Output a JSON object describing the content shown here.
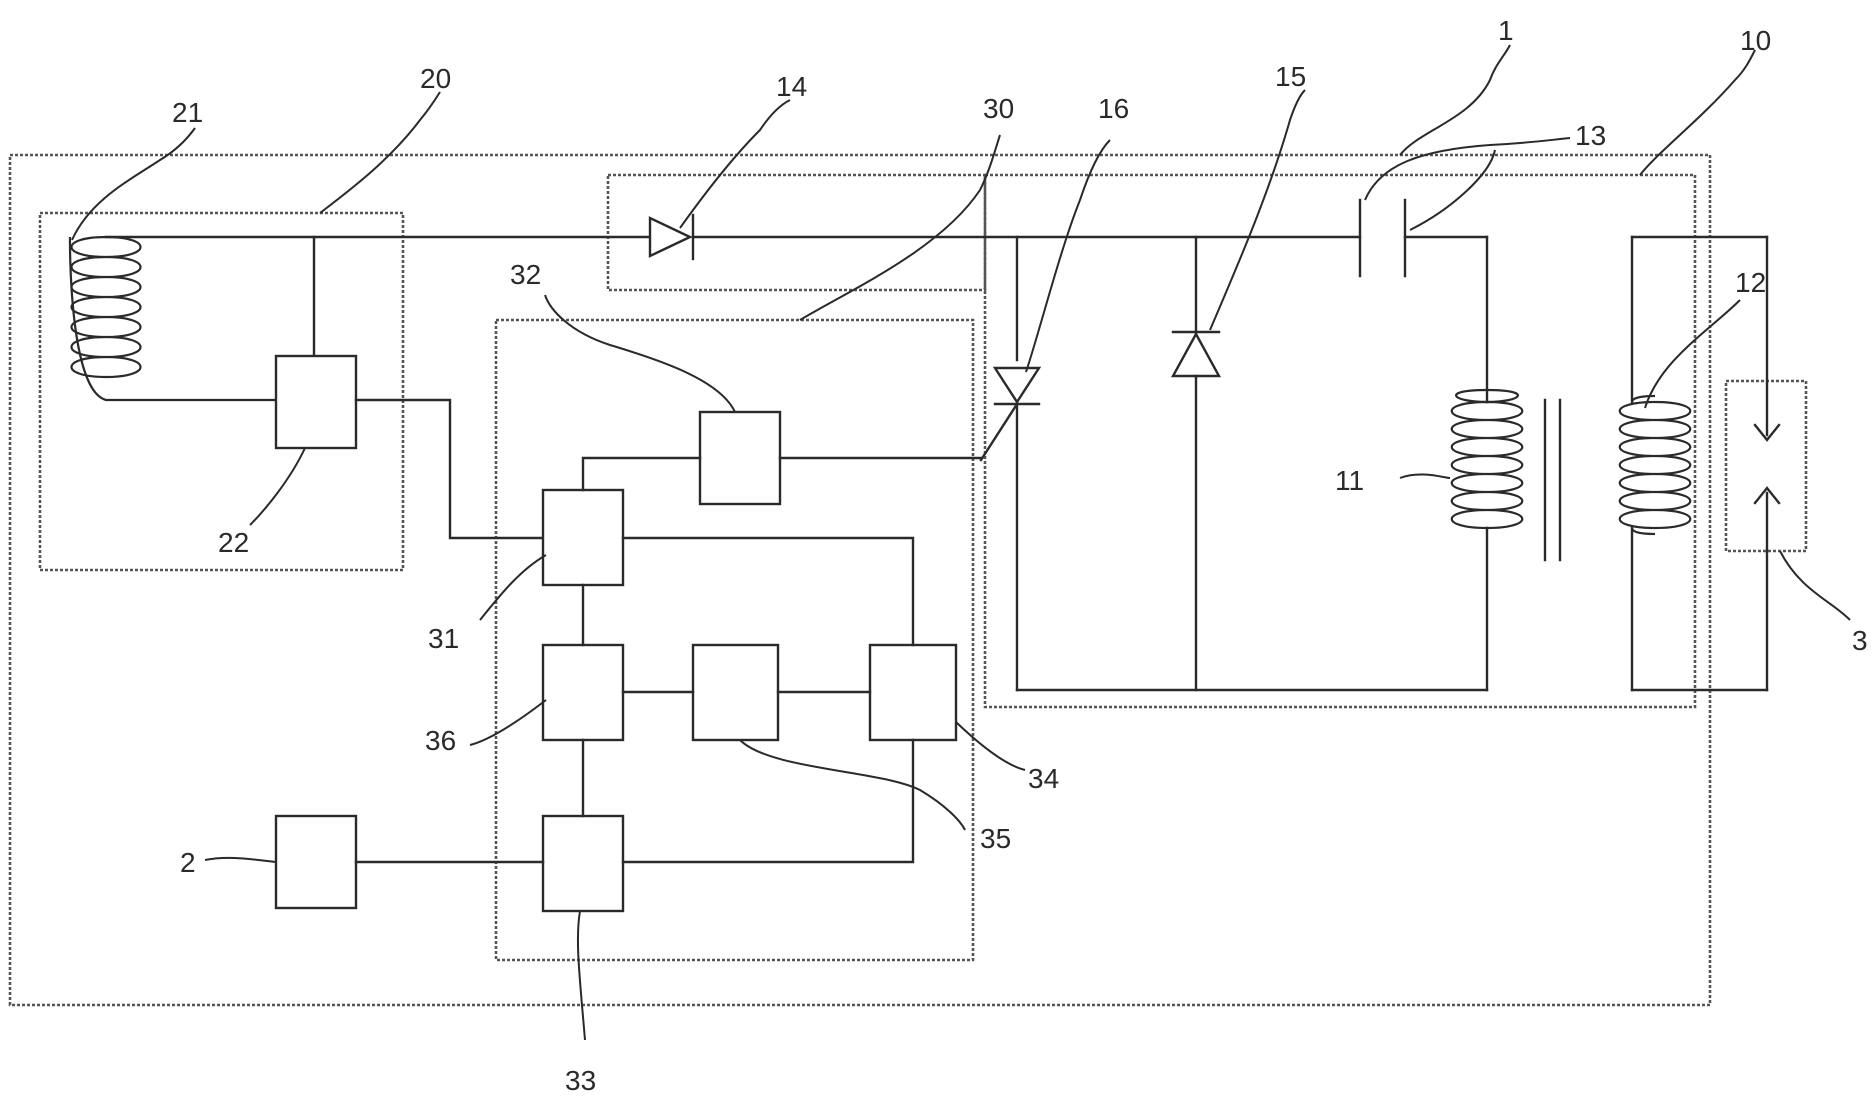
{
  "labels": {
    "device": "1",
    "discharge_section": "10",
    "primary_coil": "11",
    "secondary_coil": "12",
    "capacitor": "13",
    "diode_14": "14",
    "diode_15": "15",
    "thyristor": "16",
    "sensor_unit": "20",
    "sensor_coil": "21",
    "detector": "22",
    "controller": "30",
    "block_31": "31",
    "block_32": "32",
    "block_33": "33",
    "block_34": "34",
    "block_35": "35",
    "block_36": "36",
    "external_unit": "2",
    "spark_gap": "3"
  }
}
